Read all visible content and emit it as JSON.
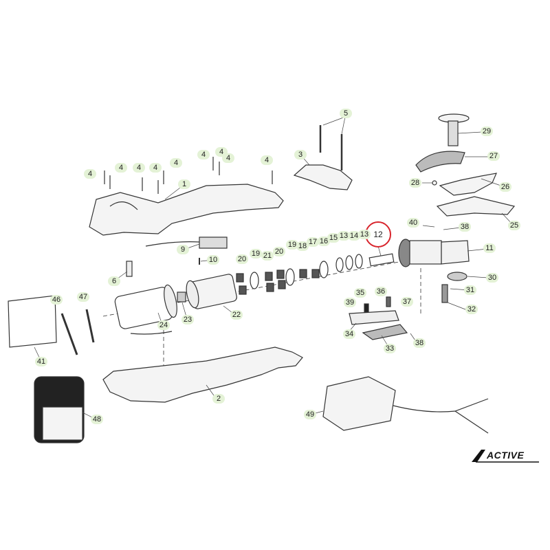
{
  "diagram": {
    "selected_part": "12",
    "callouts": [
      "1",
      "2",
      "3",
      "4",
      "4",
      "4",
      "4",
      "4",
      "4",
      "4",
      "4",
      "4",
      "5",
      "5",
      "6",
      "9",
      "10",
      "11",
      "12",
      "13",
      "13",
      "14",
      "15",
      "16",
      "17",
      "18",
      "19",
      "20",
      "20",
      "21",
      "22",
      "23",
      "24",
      "25",
      "26",
      "27",
      "28",
      "29",
      "30",
      "31",
      "32",
      "33",
      "34",
      "35",
      "36",
      "37",
      "38",
      "38",
      "39",
      "40",
      "41",
      "46",
      "47",
      "48",
      "49"
    ],
    "brand": "ACTIVE"
  },
  "colors": {
    "callout_bg": "#e4f2d6",
    "selected_ring": "#d8242c",
    "line": "#333333"
  }
}
